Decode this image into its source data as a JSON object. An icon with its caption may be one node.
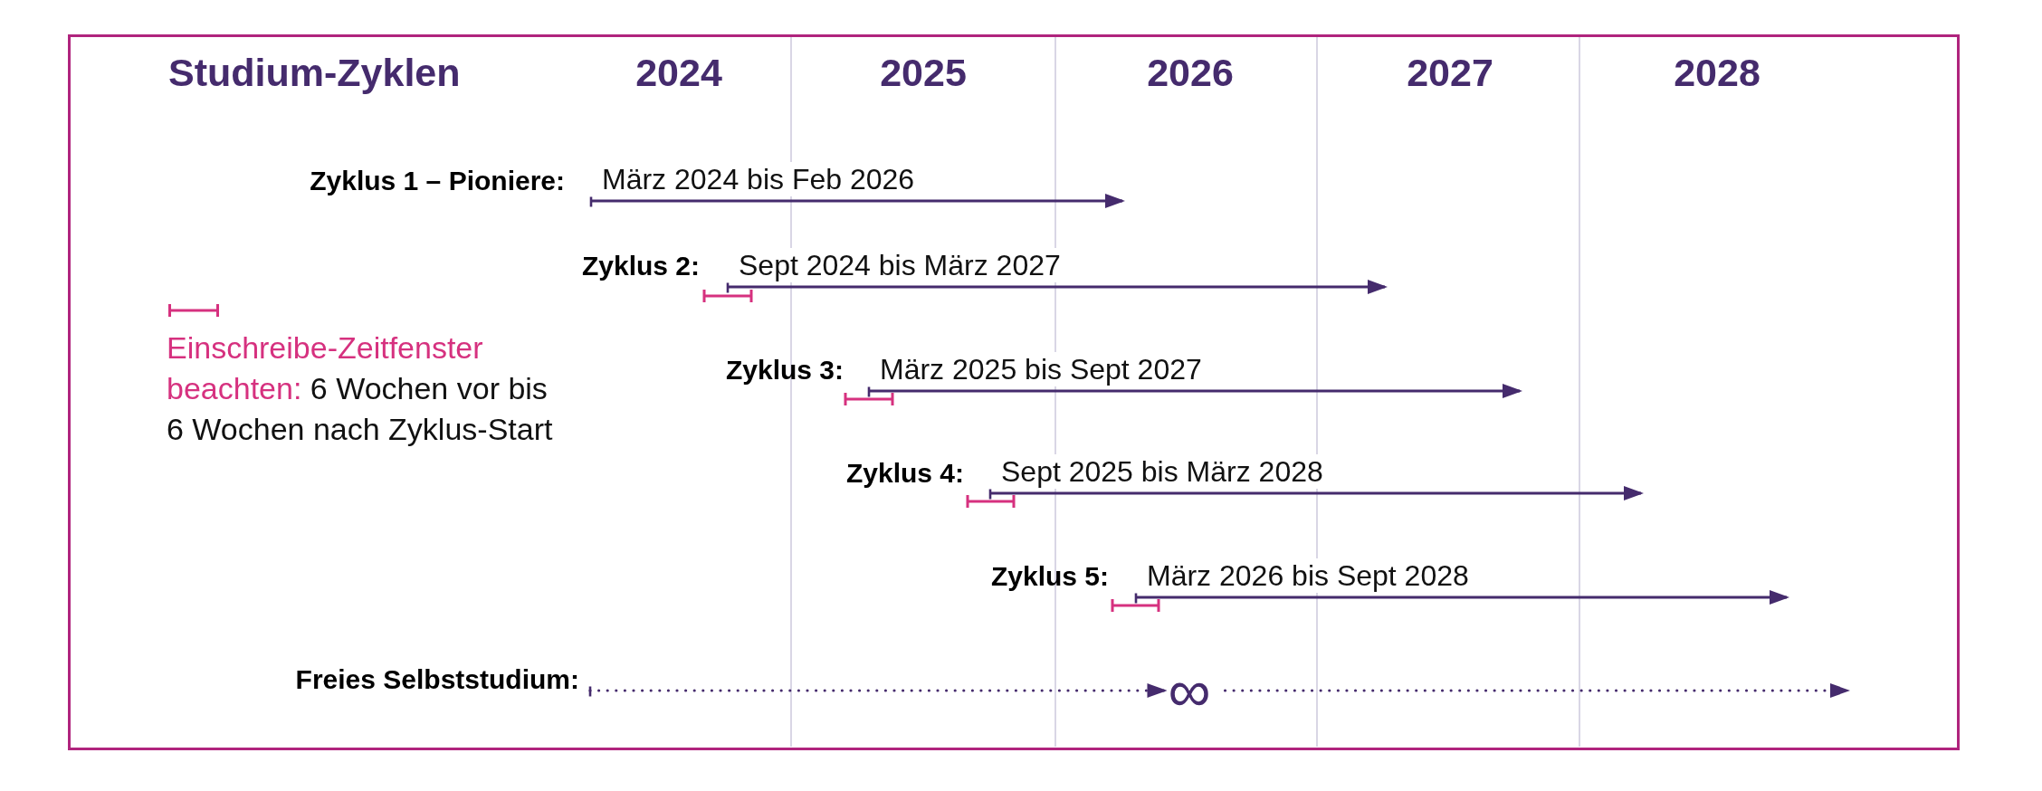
{
  "diagram": {
    "title": "Studium-Zyklen",
    "nodes": [
      {
        "text": [
          "Zyklus 1 – Pioniere:"
        ]
      },
      {
        "text": [
          "Zyklus 2:"
        ]
      },
      {
        "text": [
          "Zyklus 3:"
        ]
      },
      {
        "text": [
          "Zyklus 4:"
        ]
      },
      {
        "text": [
          "Zyklus 5:"
        ]
      },
      {
        "text": [
          "Freies Selbststudium:"
        ]
      },
      {
        "text": [
          "∞"
        ]
      }
    ],
    "edges": [
      {
        "from": 0,
        "to": null,
        "arrow": "to",
        "label": "März 2024 bis Feb 2026"
      },
      {
        "from": 1,
        "to": null,
        "arrow": "to",
        "label": "Sept 2024 bis März 2027"
      },
      {
        "from": 2,
        "to": null,
        "arrow": "to",
        "label": "März 2025 bis Sept 2027"
      },
      {
        "from": 3,
        "to": null,
        "arrow": "to",
        "label": "Sept 2025 bis März 2028"
      },
      {
        "from": 4,
        "to": null,
        "arrow": "to",
        "label": "März 2026 bis Sept 2028"
      },
      {
        "from": 5,
        "to": 6,
        "arrow": "to",
        "style": "dashed"
      },
      {
        "from": 6,
        "to": null,
        "arrow": "to",
        "style": "dashed"
      }
    ],
    "labels": [
      "2024",
      "2025",
      "2026",
      "2027",
      "2028"
    ],
    "legend": [
      {
        "text": "**Einschreibe-Zeitfenster beachten:** 6 Wochen vor bis 6 Wochen nach Zyklus-Start"
      }
    ]
  }
}
